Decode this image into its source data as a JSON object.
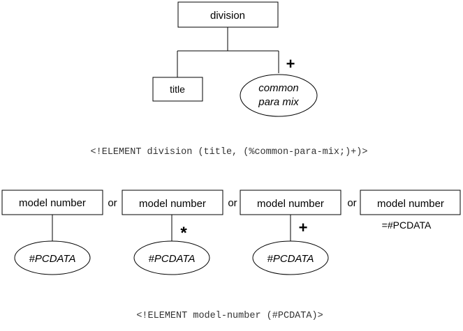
{
  "top_diagram": {
    "root_label": "division",
    "child_title_label": "title",
    "child_mix_line1": "common",
    "child_mix_line2": "para mix",
    "plus_mark": "+",
    "declaration": "<!ELEMENT division (title, (%common-para-mix;)+)>"
  },
  "bottom_diagram": {
    "variants": [
      {
        "label": "model number",
        "child": "#PCDATA",
        "occurrence": ""
      },
      {
        "label": "model number",
        "child": "#PCDATA",
        "occurrence": "*"
      },
      {
        "label": "model number",
        "child": "#PCDATA",
        "occurrence": "+"
      },
      {
        "label": "model number",
        "note": "=#PCDATA"
      }
    ],
    "or_labels": [
      "or",
      "or",
      "or"
    ],
    "declaration": "<!ELEMENT model-number (#PCDATA)>"
  }
}
